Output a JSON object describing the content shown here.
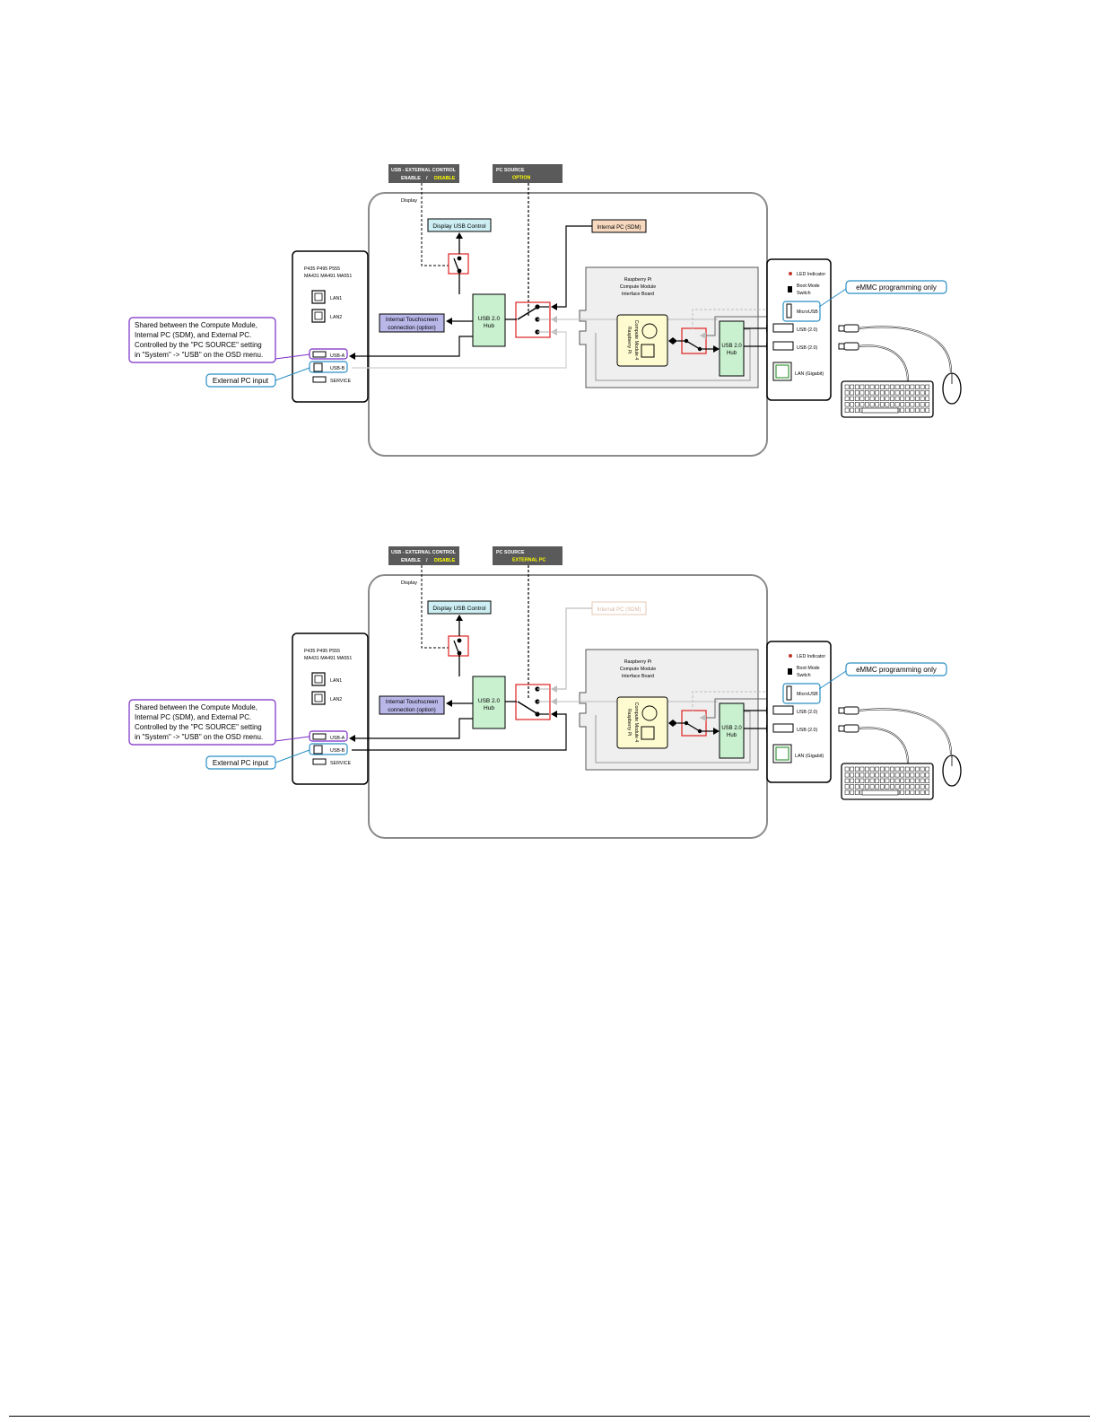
{
  "diagrams": [
    {
      "usb_ext_control": {
        "title": "USB - EXTERNAL CONTROL",
        "enable": "ENABLE",
        "slash": "/",
        "disable": "DISABLE"
      },
      "pc_source": {
        "title": "PC SOURCE",
        "value": "OPTION"
      },
      "display_label": "Display",
      "display_usb_control": "Display USB Control",
      "internal_pc": "Internal PC (SDM)",
      "internal_pc_active": true,
      "usb_hub": [
        "USB 2.0",
        "Hub"
      ],
      "touchscreen": [
        "Internal Touchscreen",
        "connection (option)"
      ],
      "models": [
        "P435 P495 P555",
        "MA431 MA491 MA551"
      ],
      "ports": {
        "lan1": "LAN1",
        "lan2": "LAN2",
        "usba": "USB-A",
        "usbb": "USB-B",
        "service": "SERVICE"
      },
      "shared_callout": [
        "Shared between the Compute Module,",
        "Internal PC (SDM), and External PC.",
        "Controlled by the \"PC SOURCE\" setting",
        "in \"System\" -> \"USB\" on the OSD menu."
      ],
      "external_pc_input": "External PC input",
      "rpi_board": [
        "Raspberry Pi",
        "Compute Module",
        "Interface Board"
      ],
      "cm4": [
        "Raspberry Pi",
        "Compute Module 4"
      ],
      "rpi_hub": [
        "USB 2.0",
        "Hub"
      ],
      "right_panel": {
        "led": "LED Indicator",
        "boot": [
          "Boot Mode",
          "Switch"
        ],
        "microusb": "MicroUSB",
        "usb1": "USB (2.0)",
        "usb2": "USB (2.0)",
        "lan": "LAN (Gigabit)"
      },
      "emmc": "eMMC programming only"
    },
    {
      "usb_ext_control": {
        "title": "USB - EXTERNAL CONTROL",
        "enable": "ENABLE",
        "slash": "/",
        "disable": "DISABLE"
      },
      "pc_source": {
        "title": "PC SOURCE",
        "value": "EXTERNAL PC"
      },
      "display_label": "Display",
      "display_usb_control": "Display USB Control",
      "internal_pc": "Internal PC (SDM)",
      "internal_pc_active": false,
      "usb_hub": [
        "USB 2.0",
        "Hub"
      ],
      "touchscreen": [
        "Internal Touchscreen",
        "connection (option)"
      ],
      "models": [
        "P435 P495 P555",
        "MA431 MA491 MA551"
      ],
      "ports": {
        "lan1": "LAN1",
        "lan2": "LAN2",
        "usba": "USB-A",
        "usbb": "USB-B",
        "service": "SERVICE"
      },
      "shared_callout": [
        "Shared between the Compute Module,",
        "Internal PC (SDM), and External PC.",
        "Controlled by the \"PC SOURCE\" setting",
        "in \"System\" -> \"USB\" on the OSD menu."
      ],
      "external_pc_input": "External PC input",
      "rpi_board": [
        "Raspberry Pi",
        "Compute Module",
        "Interface Board"
      ],
      "cm4": [
        "Raspberry Pi",
        "Compute Module 4"
      ],
      "rpi_hub": [
        "USB 2.0",
        "Hub"
      ],
      "right_panel": {
        "led": "LED Indicator",
        "boot": [
          "Boot Mode",
          "Switch"
        ],
        "microusb": "MicroUSB",
        "usb1": "USB (2.0)",
        "usb2": "USB (2.0)",
        "lan": "LAN (Gigabit)"
      },
      "emmc": "eMMC programming only"
    }
  ],
  "colors": {
    "header_box": "#5a5a5a",
    "highlight_yellow": "#ffff00",
    "display_usb_fill": "#cdeff4",
    "internal_pc_fill": "#f7d9bf",
    "hub_fill": "#c9f0cf",
    "touch_fill": "#b9b6e8",
    "cm4_fill": "#fffbd0",
    "rpi_board_fill": "#efefef",
    "switch_red": "#e02020",
    "purple_callout": "#7a2bc4",
    "blue_callout": "#2a8fc4"
  }
}
